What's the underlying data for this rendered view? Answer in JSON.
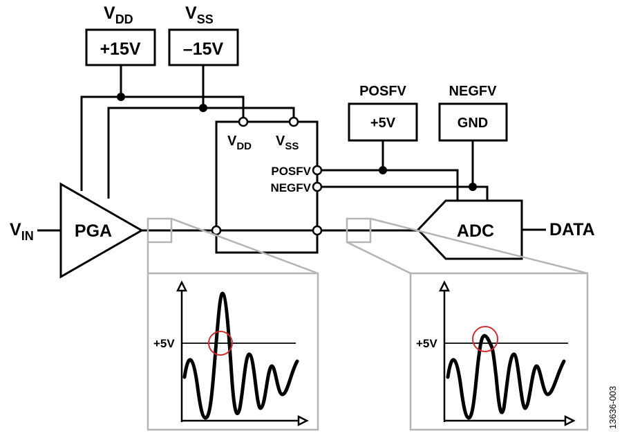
{
  "supplies": {
    "vdd": {
      "label": "V",
      "sub": "DD",
      "value": "+15V"
    },
    "vss": {
      "label": "V",
      "sub": "SS",
      "value": "–15V"
    },
    "posfv": {
      "label": "POSFV",
      "value": "+5V"
    },
    "negfv": {
      "label": "NEGFV",
      "value": "GND"
    }
  },
  "input": {
    "label": "V",
    "sub": "IN"
  },
  "amplifier": {
    "label": "PGA"
  },
  "protector": {
    "vdd_pin": {
      "label": "V",
      "sub": "DD"
    },
    "vss_pin": {
      "label": "V",
      "sub": "SS"
    },
    "posfv_pin": "POSFV",
    "negfv_pin": "NEGFV"
  },
  "converter": {
    "label": "ADC"
  },
  "output": {
    "label": "DATA"
  },
  "insets": {
    "left": {
      "ref_label": "+5V"
    },
    "right": {
      "ref_label": "+5V"
    }
  },
  "figure_id": "13636-003",
  "colors": {
    "highlight": "#d42a2a",
    "inset_frame": "#b4b4b4"
  }
}
